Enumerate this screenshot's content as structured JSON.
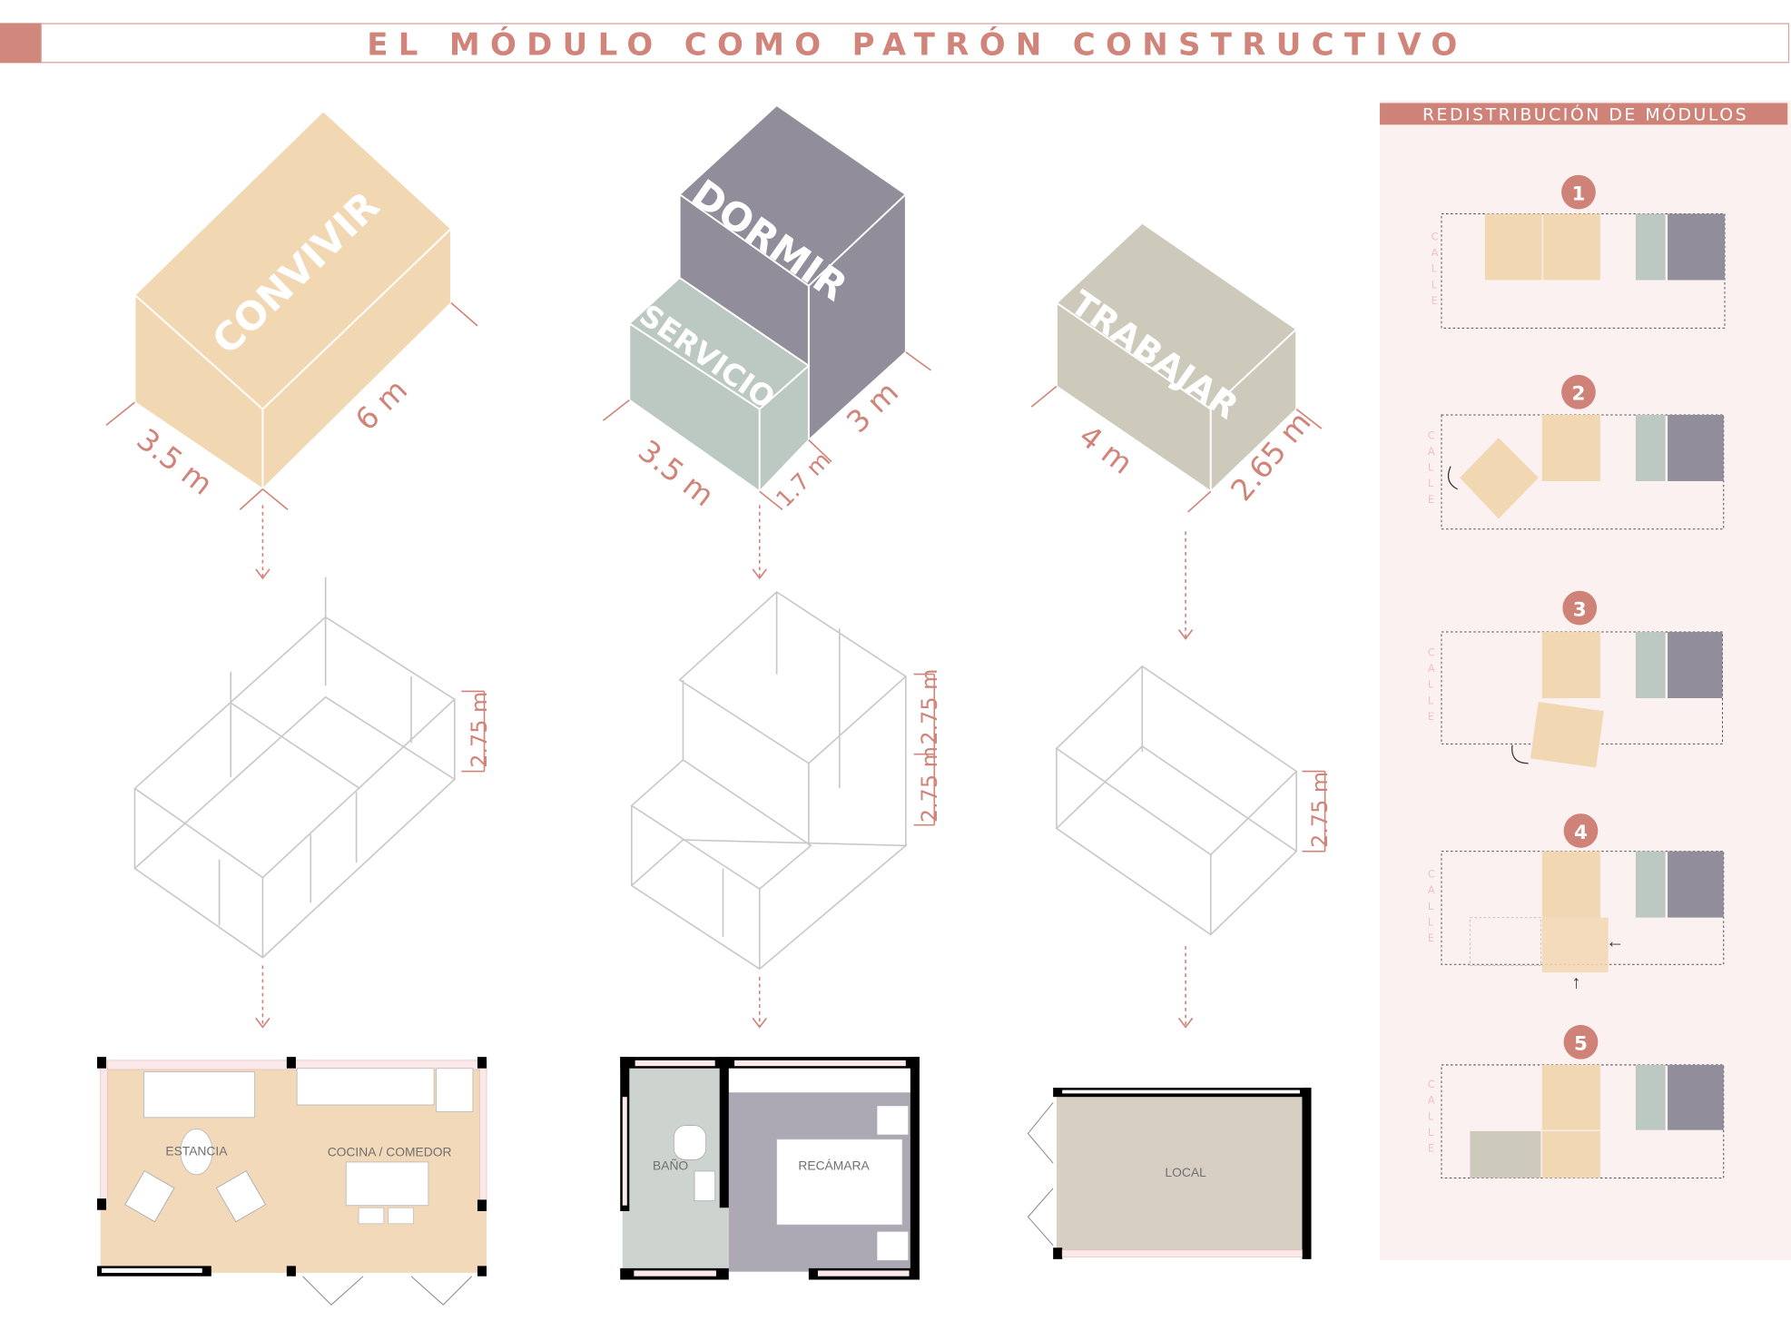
{
  "title": "EL MÓDULO COMO PATRÓN CONSTRUCTIVO",
  "colors": {
    "accent": "#d0847a",
    "convivir": "#f2d7b3",
    "dormir": "#918d9a",
    "servicio": "#bcc8c2",
    "trabajar": "#cdc9bb",
    "panel": "#fcf1f1"
  },
  "modules": {
    "convivir": {
      "label": "CONVIVIR",
      "width": "3.5 m",
      "length": "6 m",
      "height": "2.75 m"
    },
    "dormir": {
      "label": "DORMIR",
      "length": "3 m",
      "height": "2.75 m"
    },
    "servicio": {
      "label": "SERVICIO",
      "width": "3.5 m",
      "length": "1.7 m",
      "height": "2.75 m"
    },
    "trabajar": {
      "label": "TRABAJAR",
      "width": "4 m",
      "length": "2.65 m",
      "height": "2.75 m"
    }
  },
  "plans": {
    "estancia": "ESTANCIA",
    "cocina": "COCINA / COMEDOR",
    "bano": "BAÑO",
    "recamara": "RECÁMARA",
    "local": "LOCAL"
  },
  "sidebar": {
    "title": "REDISTRIBUCIÓN DE MÓDULOS",
    "street": [
      "C",
      "A",
      "L",
      "L",
      "E"
    ],
    "steps": [
      "1",
      "2",
      "3",
      "4",
      "5"
    ],
    "arrows": {
      "left": "←",
      "up": "↑"
    }
  }
}
